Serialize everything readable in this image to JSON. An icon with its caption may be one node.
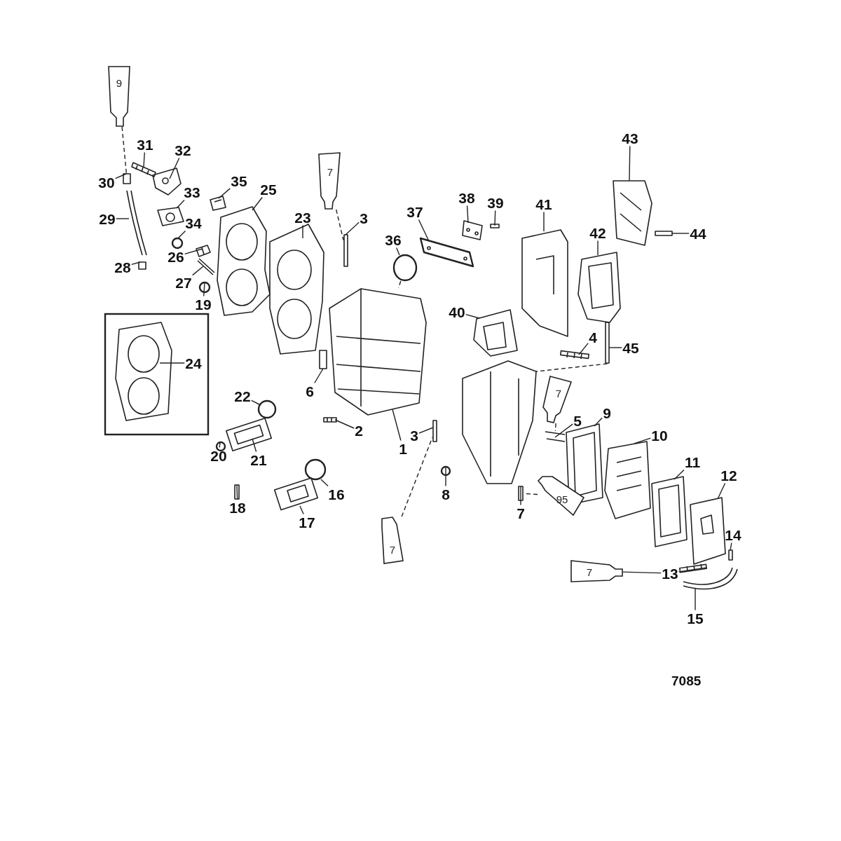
{
  "diagram": {
    "nodes": [
      {
        "text": [
          "43"
        ]
      },
      {
        "text": [
          "31"
        ]
      },
      {
        "text": [
          "32"
        ]
      },
      {
        "text": [
          "30"
        ]
      },
      {
        "text": [
          "35"
        ]
      },
      {
        "text": [
          "25"
        ]
      },
      {
        "text": [
          "33"
        ]
      },
      {
        "text": [
          "38"
        ]
      },
      {
        "text": [
          "39"
        ]
      },
      {
        "text": [
          "41"
        ]
      },
      {
        "text": [
          "37"
        ]
      },
      {
        "text": [
          "23"
        ]
      },
      {
        "text": [
          "3"
        ]
      },
      {
        "text": [
          "29"
        ]
      },
      {
        "text": [
          "34"
        ]
      },
      {
        "text": [
          "42"
        ]
      },
      {
        "text": [
          "44"
        ]
      },
      {
        "text": [
          "36"
        ]
      },
      {
        "text": [
          "26"
        ]
      },
      {
        "text": [
          "28"
        ]
      },
      {
        "text": [
          "27"
        ]
      },
      {
        "text": [
          "19"
        ]
      },
      {
        "text": [
          "40"
        ]
      },
      {
        "text": [
          "4"
        ]
      },
      {
        "text": [
          "45"
        ]
      },
      {
        "text": [
          "24"
        ]
      },
      {
        "text": [
          "6"
        ]
      },
      {
        "text": [
          "22"
        ]
      },
      {
        "text": [
          "9"
        ]
      },
      {
        "text": [
          "5"
        ]
      },
      {
        "text": [
          "2"
        ]
      },
      {
        "text": [
          "3"
        ]
      },
      {
        "text": [
          "10"
        ]
      },
      {
        "text": [
          "1"
        ]
      },
      {
        "text": [
          "20"
        ]
      },
      {
        "text": [
          "21"
        ]
      },
      {
        "text": [
          "11"
        ]
      },
      {
        "text": [
          "12"
        ]
      },
      {
        "text": [
          "16"
        ]
      },
      {
        "text": [
          "8"
        ]
      },
      {
        "text": [
          "18"
        ]
      },
      {
        "text": [
          "7"
        ]
      },
      {
        "text": [
          "17"
        ]
      },
      {
        "text": [
          "14"
        ]
      },
      {
        "text": [
          "13"
        ]
      },
      {
        "text": [
          "15"
        ]
      },
      {
        "text": [],
        "shape": "picture"
      },
      {
        "text": [],
        "shape": "picture"
      },
      {
        "text": [],
        "shape": "picture"
      },
      {
        "text": [],
        "shape": "box"
      },
      {
        "text": [],
        "shape": "picture"
      },
      {
        "text": [],
        "shape": "picture"
      },
      {
        "text": [],
        "shape": "picture"
      },
      {
        "text": [],
        "shape": "picture"
      },
      {
        "text": [],
        "shape": "box"
      },
      {
        "text": [],
        "shape": "picture"
      },
      {
        "text": [],
        "shape": "picture"
      },
      {
        "text": [],
        "shape": "picture"
      },
      {
        "text": [],
        "shape": "box"
      },
      {
        "text": [],
        "shape": "picture"
      },
      {
        "text": [],
        "shape": "circle"
      },
      {
        "text": [],
        "shape": "picture"
      },
      {
        "text": [],
        "shape": "box"
      },
      {
        "text": [],
        "shape": "circle"
      },
      {
        "text": [],
        "shape": "picture"
      },
      {
        "text": [],
        "shape": "box"
      },
      {
        "text": [],
        "shape": "picture"
      },
      {
        "text": [],
        "shape": "circle"
      },
      {
        "text": [],
        "shape": "picture"
      },
      {
        "text": [],
        "shape": "picture"
      },
      {
        "text": [],
        "shape": "box"
      },
      {
        "text": [],
        "shape": "picture"
      },
      {
        "text": [],
        "shape": "box"
      },
      {
        "text": [],
        "shape": "circle"
      },
      {
        "text": [],
        "shape": "picture"
      },
      {
        "text": [],
        "shape": "picture"
      },
      {
        "text": [],
        "shape": "picture"
      },
      {
        "text": [],
        "shape": "box"
      },
      {
        "text": [],
        "shape": "picture"
      },
      {
        "text": [],
        "shape": "picture"
      },
      {
        "text": [],
        "shape": "circle"
      },
      {
        "text": [],
        "shape": "picture"
      },
      {
        "text": [],
        "shape": "picture"
      },
      {
        "text": [],
        "shape": "picture"
      },
      {
        "text": [],
        "shape": "circle"
      },
      {
        "text": [],
        "shape": "circle"
      },
      {
        "text": [],
        "shape": "box"
      },
      {
        "text": [],
        "shape": "box"
      },
      {
        "text": [],
        "shape": "picture"
      },
      {
        "text": [],
        "shape": "box"
      },
      {
        "text": [],
        "shape": "picture"
      },
      {
        "text": [],
        "shape": "picture"
      },
      {
        "text": [
          "9"
        ]
      },
      {
        "text": [
          "7"
        ]
      },
      {
        "text": [
          "7"
        ]
      },
      {
        "text": [
          "95"
        ]
      },
      {
        "text": [
          "7"
        ]
      },
      {
        "text": [
          "7"
        ]
      },
      {
        "text": [],
        "shape": "picture"
      }
    ],
    "edges": [
      {
        "from": 0,
        "to": 46,
        "arrow": "none"
      },
      {
        "from": 1,
        "to": 47,
        "arrow": "none"
      },
      {
        "from": 2,
        "to": 48,
        "arrow": "none"
      },
      {
        "from": 3,
        "to": 49,
        "arrow": "none"
      },
      {
        "from": 4,
        "to": 50,
        "arrow": "none"
      },
      {
        "from": 5,
        "to": 51,
        "arrow": "none"
      },
      {
        "from": 6,
        "to": 52,
        "arrow": "none"
      },
      {
        "from": 7,
        "to": 53,
        "arrow": "none"
      },
      {
        "from": 8,
        "to": 54,
        "arrow": "none"
      },
      {
        "from": 9,
        "to": 55,
        "arrow": "none"
      },
      {
        "from": 10,
        "to": 56,
        "arrow": "none"
      },
      {
        "from": 11,
        "to": 57,
        "arrow": "none"
      },
      {
        "from": 12,
        "to": 58,
        "arrow": "none"
      },
      {
        "from": 13,
        "to": 59,
        "arrow": "none"
      },
      {
        "from": 14,
        "to": 60,
        "arrow": "none"
      },
      {
        "from": 15,
        "to": 61,
        "arrow": "none"
      },
      {
        "from": 16,
        "to": 62,
        "arrow": "none"
      },
      {
        "from": 17,
        "to": 63,
        "arrow": "none"
      },
      {
        "from": 18,
        "to": 64,
        "arrow": "none"
      },
      {
        "from": 19,
        "to": 65,
        "arrow": "none"
      },
      {
        "from": 20,
        "to": 66,
        "arrow": "none"
      },
      {
        "from": 21,
        "to": 67,
        "arrow": "none"
      },
      {
        "from": 22,
        "to": 68,
        "arrow": "none"
      },
      {
        "from": 23,
        "to": 69,
        "arrow": "none"
      },
      {
        "from": 24,
        "to": 70,
        "arrow": "none"
      },
      {
        "from": 25,
        "to": 71,
        "arrow": "none"
      },
      {
        "from": 26,
        "to": 72,
        "arrow": "none"
      },
      {
        "from": 27,
        "to": 73,
        "arrow": "none"
      },
      {
        "from": 28,
        "to": 74,
        "arrow": "none"
      },
      {
        "from": 29,
        "to": 75,
        "arrow": "none"
      },
      {
        "from": 30,
        "to": 76,
        "arrow": "none"
      },
      {
        "from": 31,
        "to": 77,
        "arrow": "none"
      },
      {
        "from": 32,
        "to": 78,
        "arrow": "none"
      },
      {
        "from": 33,
        "to": 79,
        "arrow": "none"
      },
      {
        "from": 34,
        "to": 80,
        "arrow": "none"
      },
      {
        "from": 35,
        "to": 81,
        "arrow": "none"
      },
      {
        "from": 36,
        "to": 82,
        "arrow": "none"
      },
      {
        "from": 37,
        "to": 83,
        "arrow": "none"
      },
      {
        "from": 38,
        "to": 84,
        "arrow": "none"
      },
      {
        "from": 39,
        "to": 85,
        "arrow": "none"
      },
      {
        "from": 40,
        "to": 86,
        "arrow": "none"
      },
      {
        "from": 41,
        "to": 87,
        "arrow": "none"
      },
      {
        "from": 42,
        "to": 88,
        "arrow": "none"
      },
      {
        "from": 43,
        "to": 89,
        "arrow": "none"
      },
      {
        "from": 44,
        "to": 90,
        "arrow": "none"
      },
      {
        "from": 45,
        "to": 91,
        "arrow": "none"
      },
      {
        "from": 44,
        "to": 97,
        "arrow": "none"
      },
      {
        "from": 92,
        "to": 49,
        "arrow": "none",
        "style": "dashed"
      },
      {
        "from": 93,
        "to": 58,
        "arrow": "none",
        "style": "dashed"
      },
      {
        "from": 94,
        "to": 75,
        "arrow": "none",
        "style": "dashed"
      },
      {
        "from": 95,
        "to": 87,
        "arrow": "none",
        "style": "dashed"
      },
      {
        "from": 96,
        "to": 77,
        "arrow": "none",
        "style": "dashed"
      },
      {
        "from": 63,
        "to": 79,
        "arrow": "none",
        "style": "dashed"
      },
      {
        "from": 70,
        "to": 98,
        "arrow": "none",
        "style": "dashed"
      }
    ],
    "labels": [
      "7085"
    ]
  }
}
